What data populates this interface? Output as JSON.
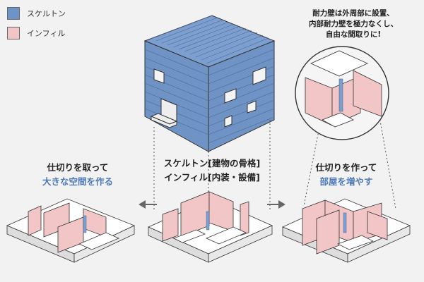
{
  "legend": {
    "skeleton_label": "スケルトン",
    "infill_label": "インフィル",
    "skeleton_color": "#6f93c4",
    "infill_color": "#f2c6c6"
  },
  "callout": {
    "line1": "耐力壁は外周部に設置、",
    "line2": "内部耐力壁を極力なくし、",
    "line3": "自由な間取りに!"
  },
  "center": {
    "line1": "スケルトン[建物の骨格]",
    "line2": "インフィル[内装・設備]"
  },
  "left": {
    "line1": "仕切りを取って",
    "line2": "大きな空間を作る"
  },
  "right": {
    "line1": "仕切りを作って",
    "line2": "部屋を増やす"
  },
  "colors": {
    "accent_blue": "#4f7ab8",
    "text_dark": "#222222",
    "arrow_gray": "#666666"
  }
}
